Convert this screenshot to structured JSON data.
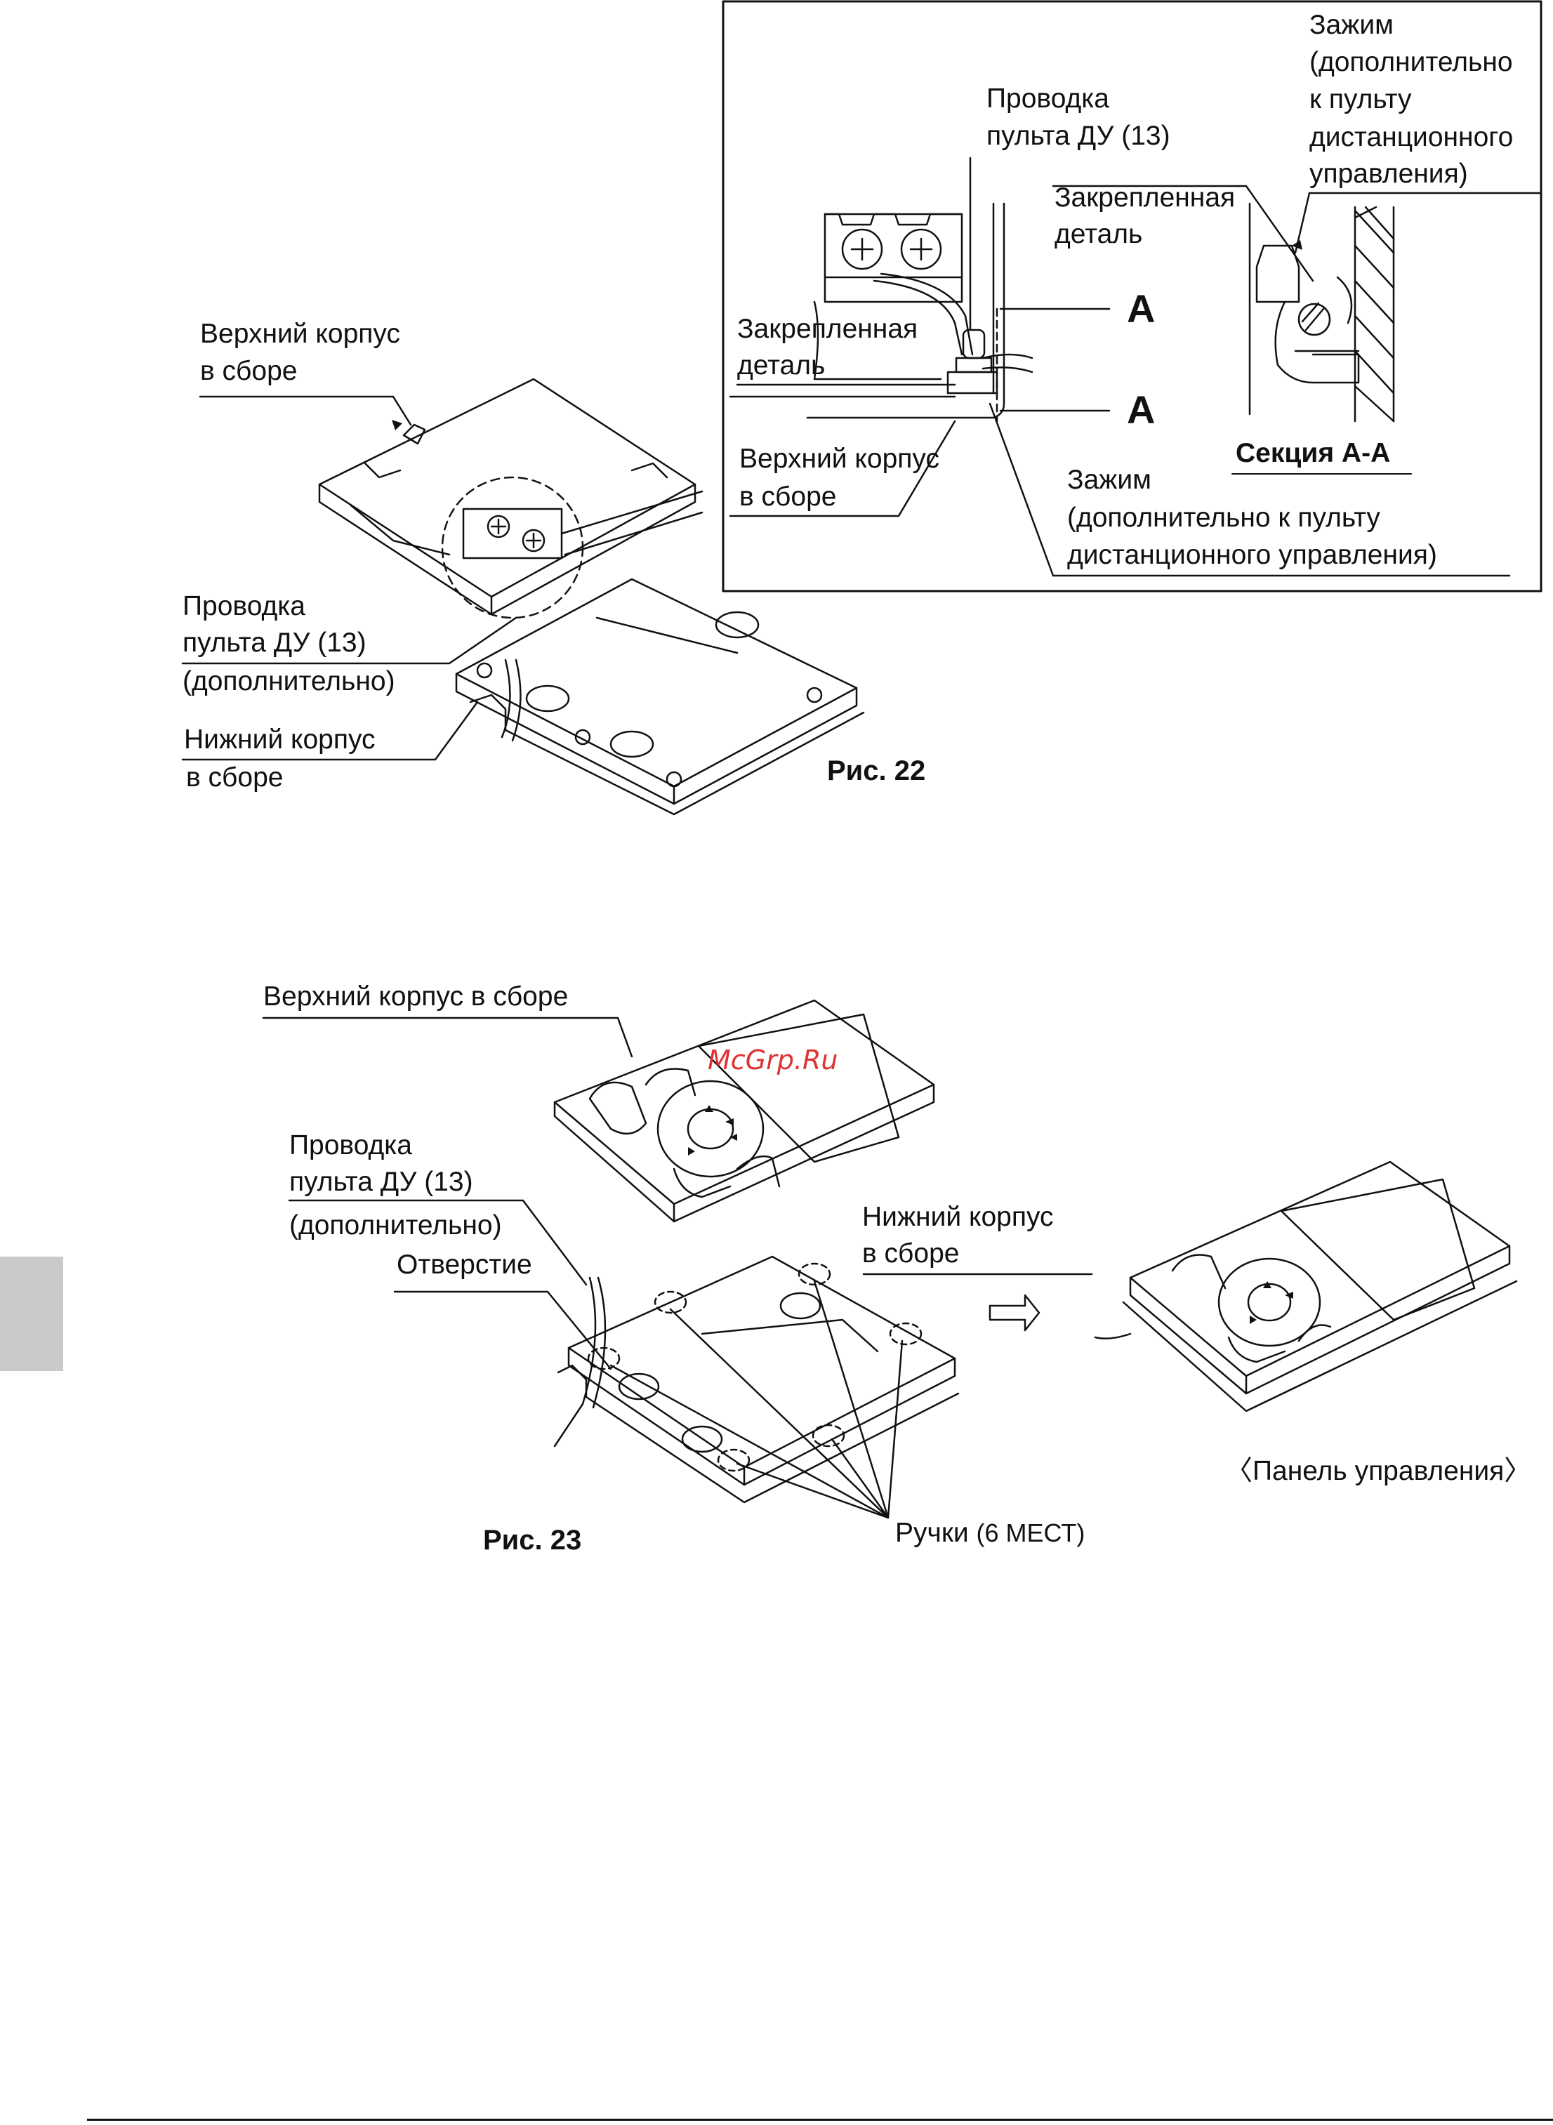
{
  "fig22": {
    "caption": "Рис. 22",
    "upper_case": [
      "Верхний корпус",
      "в сборе"
    ],
    "rc_wiring": [
      "Проводка",
      "пульта ДУ (13)",
      "(дополнительно)"
    ],
    "lower_case": [
      "Нижний корпус",
      "в сборе"
    ],
    "inset": {
      "rc_wiring": [
        "Проводка",
        "пульта ДУ (13)"
      ],
      "fixed_part_left": [
        "Закрепленная",
        "деталь"
      ],
      "fixed_part_right": [
        "Закрепленная",
        "деталь"
      ],
      "upper_case": [
        "Верхний корпус",
        "в сборе"
      ],
      "clamp_bottom": [
        "Зажим",
        "(дополнительно к пульту",
        "дистанционного управления)"
      ],
      "clamp_top": [
        "Зажим",
        "(дополнительно",
        "к пульту",
        "дистанционного",
        "управления)"
      ],
      "marker": "A",
      "section": "Секция A-A"
    }
  },
  "fig23": {
    "caption": "Рис. 23",
    "upper_case": "Верхний корпус в сборе",
    "rc_wiring": [
      "Проводка",
      "пульта ДУ (13)",
      "(дополнительно)"
    ],
    "hole": "Отверстие",
    "lower_case": [
      "Нижний корпус",
      "в сборе"
    ],
    "panel": "〈Панель управления〉",
    "knobs": "Ручки",
    "knobs_count": "(6 МЕСТ)"
  },
  "watermark": "McGrp.Ru"
}
